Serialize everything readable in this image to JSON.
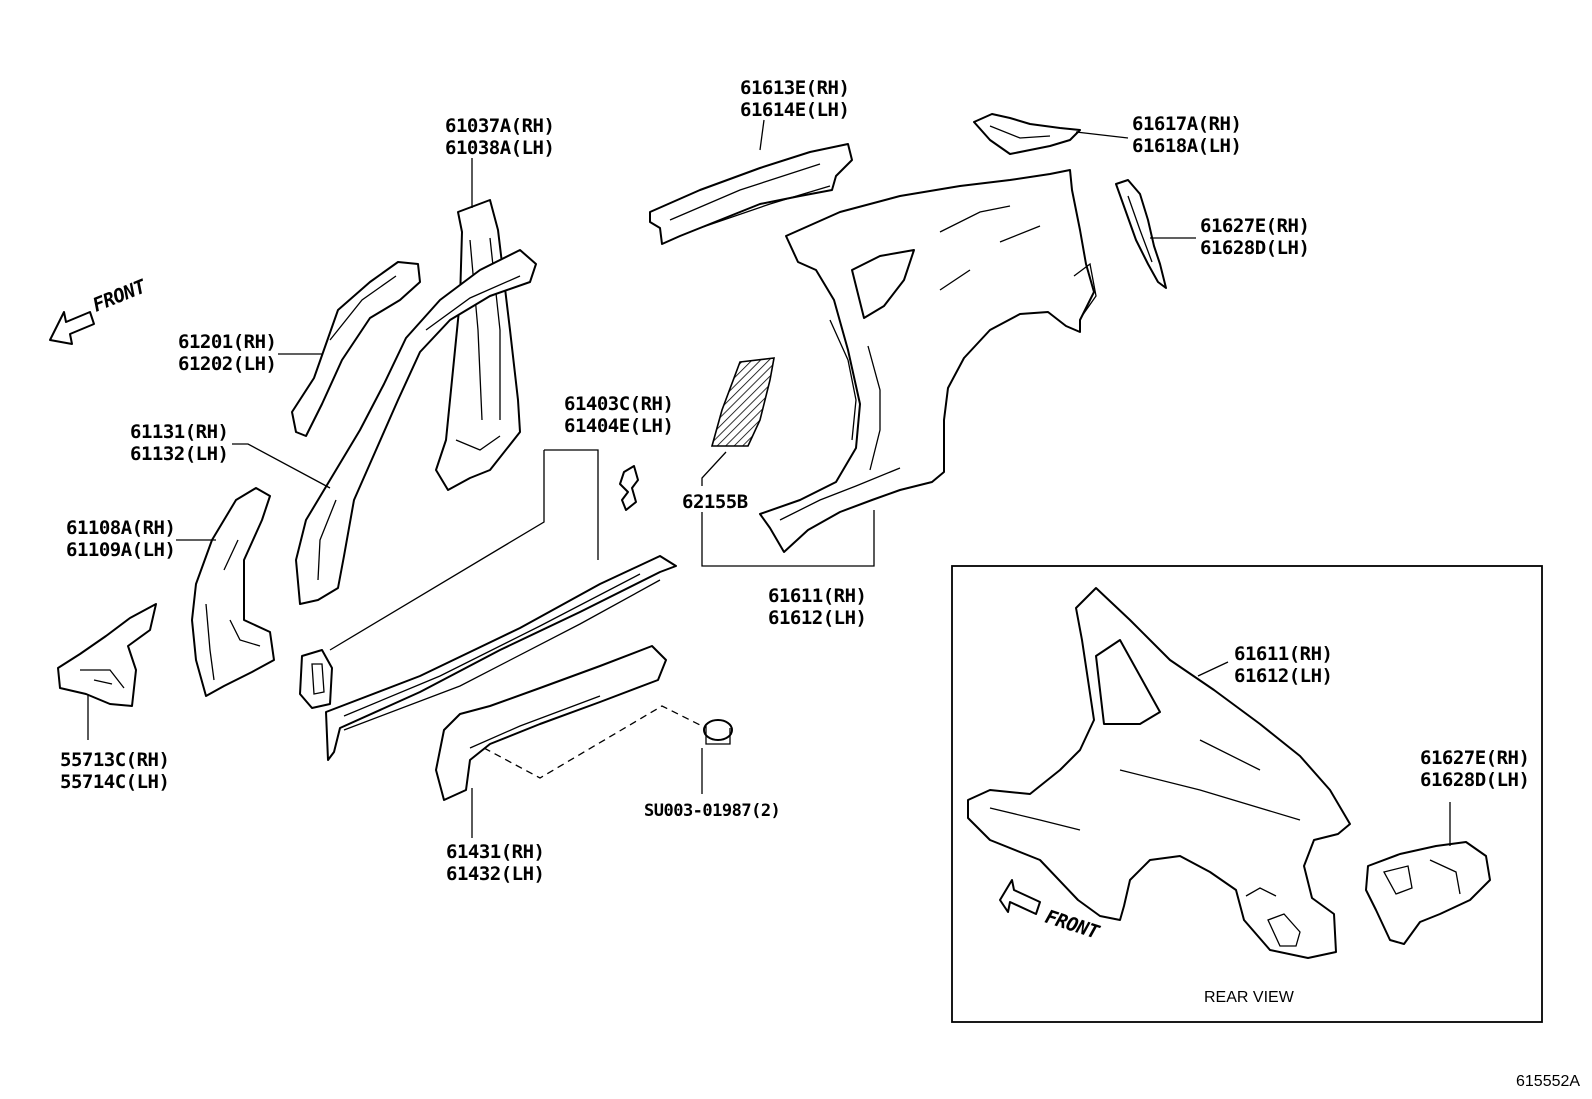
{
  "direction_label": "FRONT",
  "inset_direction_label": "FRONT",
  "inset_caption": "REAR VIEW",
  "drawing_code": "615552A",
  "callouts": [
    {
      "id": "c61037",
      "rh": "61037A(RH)",
      "lh": "61038A(LH)"
    },
    {
      "id": "c61613",
      "rh": "61613E(RH)",
      "lh": "61614E(LH)"
    },
    {
      "id": "c61617",
      "rh": "61617A(RH)",
      "lh": "61618A(LH)"
    },
    {
      "id": "c61627",
      "rh": "61627E(RH)",
      "lh": "61628D(LH)"
    },
    {
      "id": "c61201",
      "rh": "61201(RH)",
      "lh": "61202(LH)"
    },
    {
      "id": "c61131",
      "rh": "61131(RH)",
      "lh": "61132(LH)"
    },
    {
      "id": "c61403",
      "rh": "61403C(RH)",
      "lh": "61404E(LH)"
    },
    {
      "id": "c62155",
      "rh": "62155B",
      "lh": ""
    },
    {
      "id": "c61108",
      "rh": "61108A(RH)",
      "lh": "61109A(LH)"
    },
    {
      "id": "c61611",
      "rh": "61611(RH)",
      "lh": "61612(LH)"
    },
    {
      "id": "c55713",
      "rh": "55713C(RH)",
      "lh": "55714C(LH)"
    },
    {
      "id": "c61431",
      "rh": "61431(RH)",
      "lh": "61432(LH)"
    },
    {
      "id": "csu003",
      "rh": "SU003-01987(2)",
      "lh": ""
    },
    {
      "id": "c61611i",
      "rh": "61611(RH)",
      "lh": "61612(LH)"
    },
    {
      "id": "c61627i",
      "rh": "61627E(RH)",
      "lh": "61628D(LH)"
    }
  ]
}
